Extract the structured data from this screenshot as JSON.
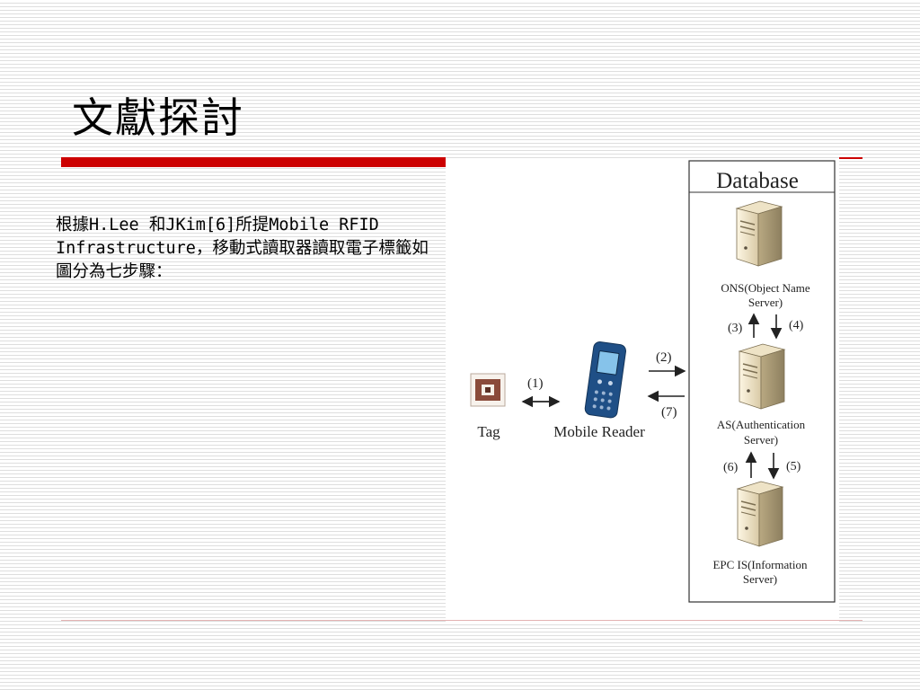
{
  "slide": {
    "title": "文獻探討",
    "body": "根據H.Lee 和JKim[6]所提Mobile RFID Infrastructure，移動式讀取器讀取電子標籤如圖分為七步驟："
  },
  "diagram": {
    "database_label": "Database",
    "tag_label": "Tag",
    "reader_label": "Mobile Reader",
    "servers": [
      {
        "line1": "ONS(Object Name",
        "line2": "Server)"
      },
      {
        "line1": "AS(Authentication",
        "line2": "Server)"
      },
      {
        "line1": "EPC IS(Information",
        "line2": "Server)"
      }
    ],
    "steps": {
      "s1": "(1)",
      "s2": "(2)",
      "s3": "(3)",
      "s4": "(4)",
      "s5": "(5)",
      "s6": "(6)",
      "s7": "(7)"
    }
  }
}
